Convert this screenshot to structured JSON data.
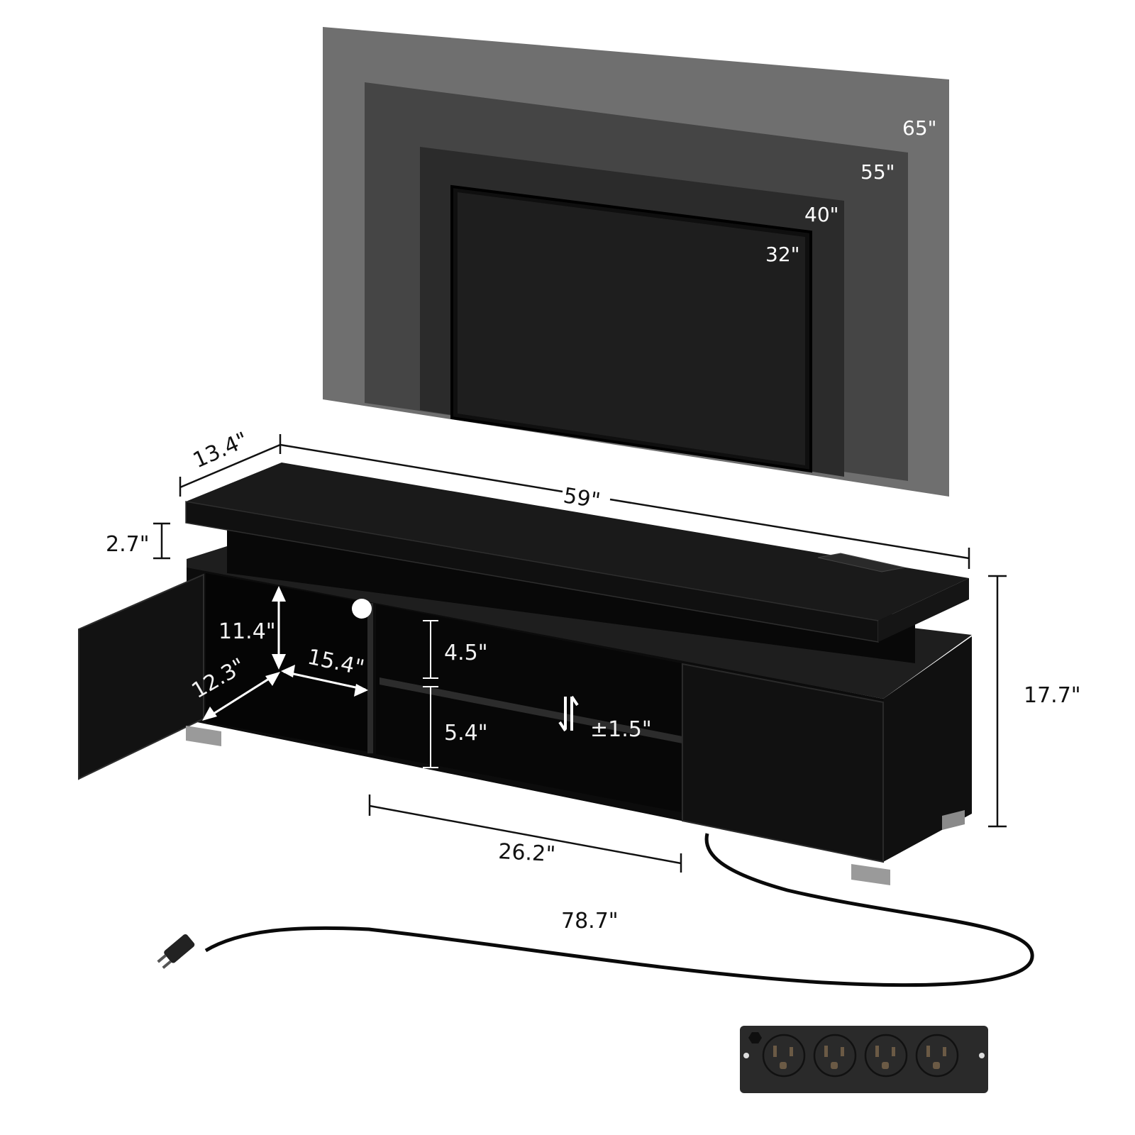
{
  "tv_sizes": {
    "s65": "65\"",
    "s55": "55\"",
    "s40": "40\"",
    "s32": "32\""
  },
  "colors": {
    "tv65": "#6f6f6f",
    "tv55": "#454545",
    "tv40": "#2b2b2b",
    "tv32": "#1c1c1c",
    "cabinet": "#141414",
    "legs": "#9a9a9a"
  },
  "dimensions": {
    "depth": "13.4\"",
    "width": "59\"",
    "top_gap": "2.7\"",
    "height": "17.7\"",
    "cabinet_height": "11.4\"",
    "cabinet_depth": "12.3\"",
    "cabinet_width": "15.4\"",
    "upper_shelf": "4.5\"",
    "lower_shelf": "5.4\"",
    "shelf_adjust": "±1.5\"",
    "open_width": "26.2\"",
    "cord_length": "78.7\""
  },
  "power_strip": {
    "outlet_count": 4
  }
}
